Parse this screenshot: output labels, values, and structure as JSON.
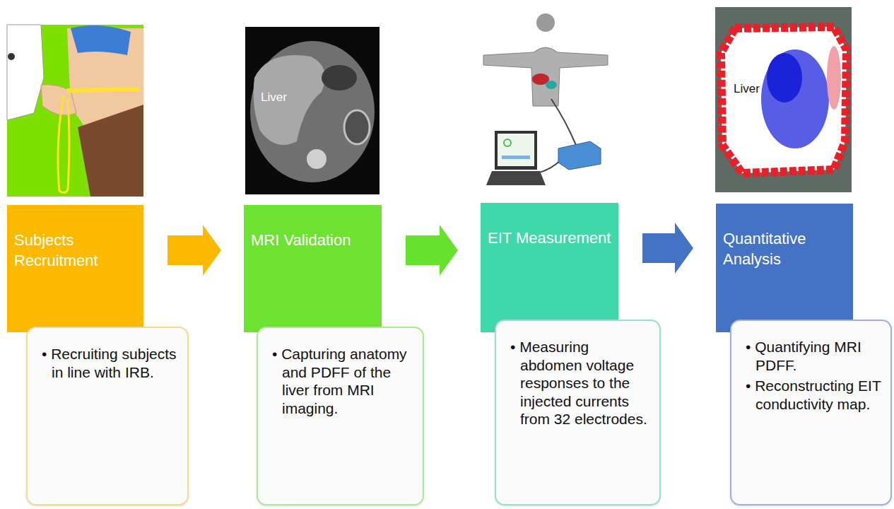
{
  "diagram": {
    "nodes": [
      {
        "text": [
          "Subjects Recruitment"
        ]
      },
      {
        "text": [
          "• Recruiting subjects in line with IRB."
        ]
      },
      {
        "text": [
          "MRI Validation"
        ]
      },
      {
        "text": [
          "• Capturing anatomy and PDFF of the liver from MRI imaging."
        ]
      },
      {
        "text": [
          "EIT Measurement"
        ]
      },
      {
        "text": [
          "• Measuring abdomen voltage responses to the injected currents from 32 electrodes."
        ]
      },
      {
        "text": [
          "Quantitative Analysis"
        ]
      },
      {
        "text": [
          "• Quantifying MRI PDFF.",
          "• Reconstructing EIT conductivity map."
        ]
      }
    ],
    "edges": [
      {
        "from": 0,
        "to": 2,
        "arrow": "to"
      },
      {
        "from": 2,
        "to": 4,
        "arrow": "to"
      },
      {
        "from": 4,
        "to": 6,
        "arrow": "to"
      }
    ],
    "labels": [
      "Liver",
      "Liver"
    ]
  }
}
